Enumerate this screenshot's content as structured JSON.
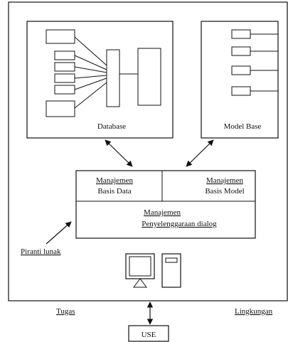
{
  "diagram": {
    "database_label": "Database",
    "model_base_label": "Model Base",
    "mgmt_data_line1": "Manajemen",
    "mgmt_data_line2": "Basis Data",
    "mgmt_model_line1": "Manajemen",
    "mgmt_model_line2": "Basis Model",
    "dialog_line1": "Manajemen",
    "dialog_line2": "Penyelenggaraan dialog",
    "software_label": "Piranti lunak",
    "tugas_label": "Tugas",
    "lingkungan_label": "Lingkungan",
    "user_label": "USE"
  },
  "colors": {
    "line": "#111111",
    "spellcheck_underline": "#cc2222"
  }
}
